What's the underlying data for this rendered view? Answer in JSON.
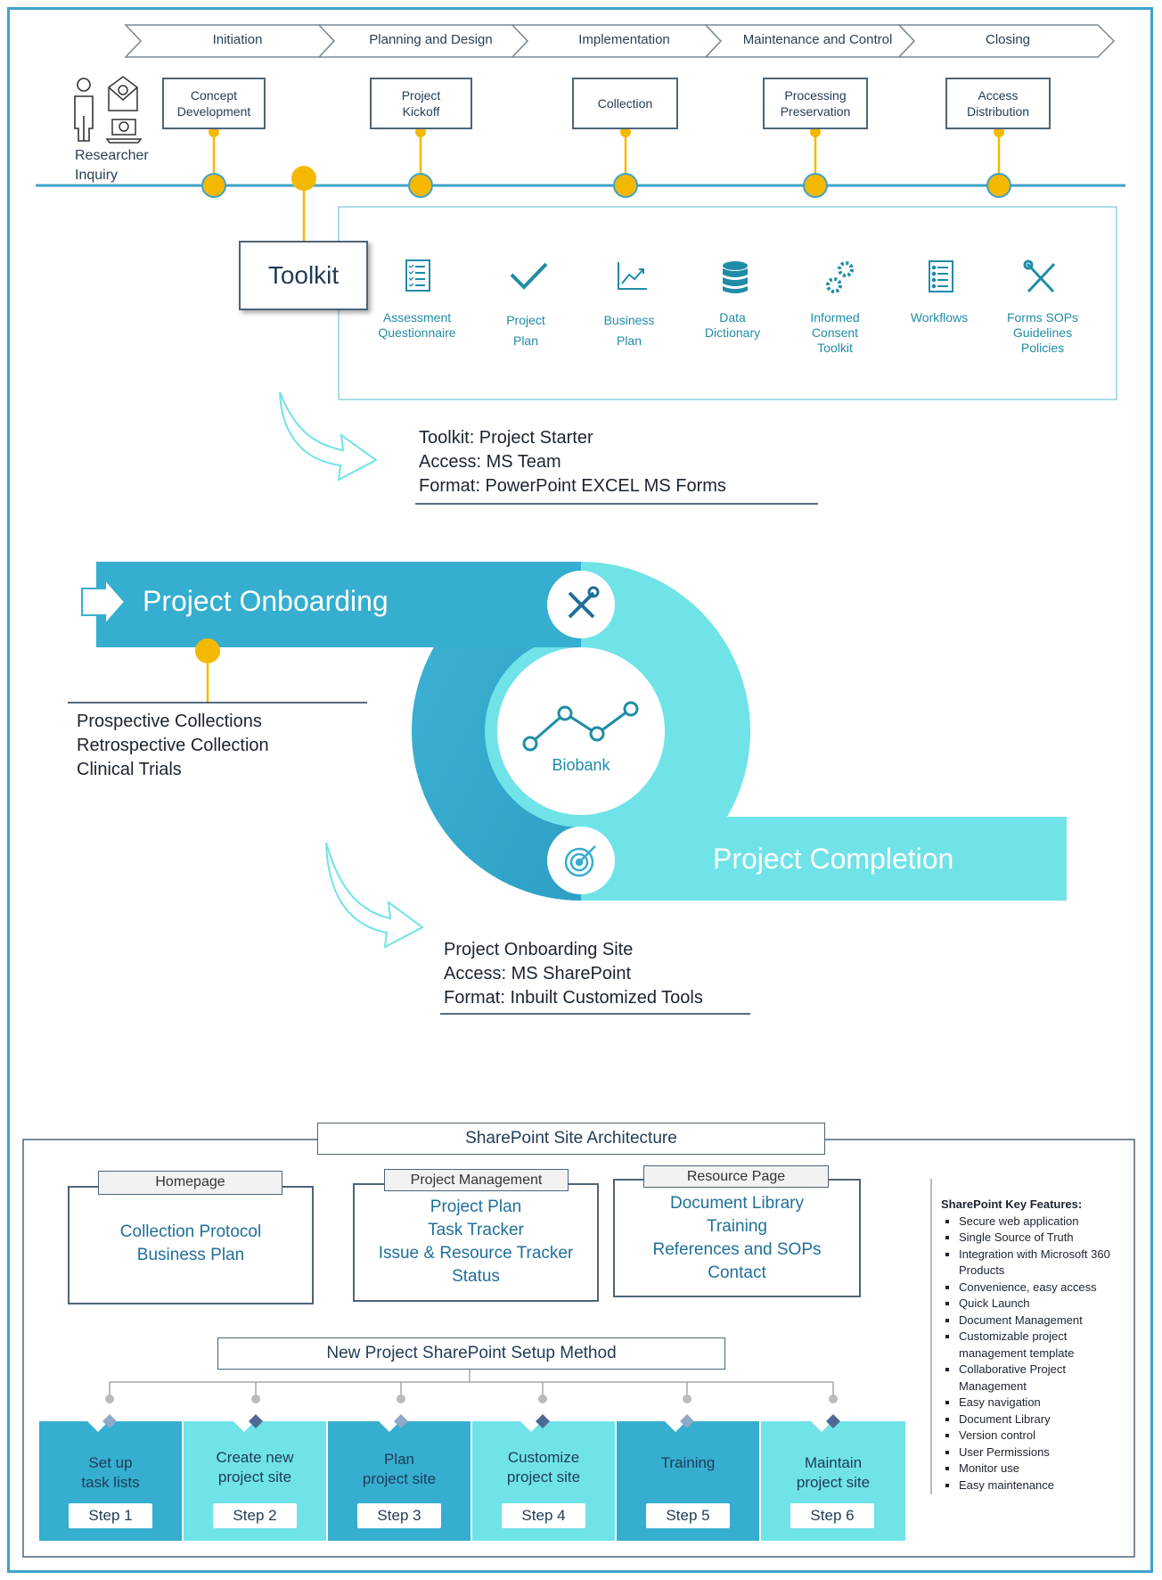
{
  "phases": [
    "Initiation",
    "Planning and Design",
    "Implementation",
    "Maintenance and Control",
    "Closing"
  ],
  "milestones": [
    {
      "label": "Concept\nDevelopment"
    },
    {
      "label": "Project\nKickoff"
    },
    {
      "label": "Collection"
    },
    {
      "label": "Processing\nPreservation"
    },
    {
      "label": "Access\nDistribution"
    }
  ],
  "researcher_label": "Researcher\nInquiry",
  "toolkit": {
    "title": "Toolkit",
    "items": [
      {
        "label": "Assessment\nQuestionnaire",
        "icon": "checklist-icon"
      },
      {
        "label": "Project\nPlan",
        "icon": "checkmark-icon"
      },
      {
        "label": "Business\nPlan",
        "icon": "line-chart-icon"
      },
      {
        "label": "Data\nDictionary",
        "icon": "database-icon"
      },
      {
        "label": "Informed\nConsent\nToolkit",
        "icon": "gears-icon"
      },
      {
        "label": "Workflows",
        "icon": "list-document-icon"
      },
      {
        "label": "Forms SOPs\nGuidelines\nPolicies",
        "icon": "tools-icon"
      }
    ]
  },
  "starter_info": [
    "Toolkit: Project Starter",
    "Access: MS Team",
    "Format: PowerPoint EXCEL MS Forms"
  ],
  "onboarding": {
    "title": "Project Onboarding",
    "center_label": "Biobank",
    "completion_title": "Project Completion",
    "collections": [
      "Prospective Collections",
      "Retrospective Collection",
      "Clinical Trials"
    ]
  },
  "site_info": [
    "Project Onboarding Site",
    "Access: MS SharePoint",
    "Format: Inbuilt Customized Tools"
  ],
  "architecture": {
    "title": "SharePoint Site Architecture",
    "pages": [
      {
        "tab": "Homepage",
        "lines": [
          "Collection Protocol",
          "Business Plan"
        ]
      },
      {
        "tab": "Project Management",
        "lines": [
          "Project Plan",
          "Task Tracker",
          "Issue & Resource Tracker",
          "Status"
        ]
      },
      {
        "tab": "Resource Page",
        "lines": [
          "Document Library",
          "Training",
          "References and SOPs",
          "Contact"
        ]
      }
    ],
    "setup_title": "New Project SharePoint Setup Method",
    "steps": [
      {
        "text": "Set up\ntask lists",
        "label": "Step 1"
      },
      {
        "text": "Create new\nproject site",
        "label": "Step 2"
      },
      {
        "text": "Plan\nproject site",
        "label": "Step 3"
      },
      {
        "text": "Customize\nproject site",
        "label": "Step 4"
      },
      {
        "text": "Training",
        "label": "Step 5"
      },
      {
        "text": "Maintain\nproject site",
        "label": "Step 6"
      }
    ],
    "features_title": "SharePoint Key Features:",
    "features": [
      "Secure web application",
      "Single Source of Truth",
      "Integration with Microsoft 360 Products",
      "Convenience, easy access",
      "Quick Launch",
      "Document Management",
      "Customizable project management template",
      "Collaborative Project Management",
      "Easy navigation",
      "Document Library",
      "Version control",
      "User Permissions",
      "Monitor use",
      "Easy maintenance"
    ]
  },
  "colors": {
    "accent": "#3fa3c9",
    "dark_teal": "#35aed0",
    "light_teal": "#6fe3e8",
    "gold": "#f5b800",
    "frame": "#3fa3c9"
  }
}
